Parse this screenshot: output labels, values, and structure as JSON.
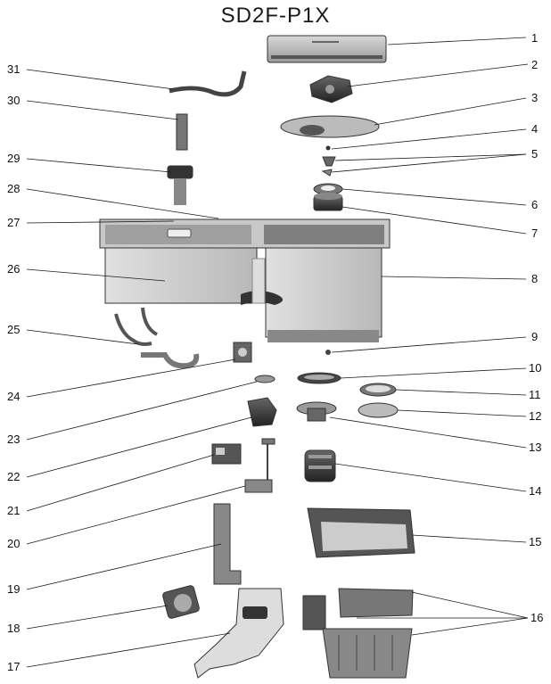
{
  "title": "SD2F-P1X",
  "callouts": [
    "1",
    "2",
    "3",
    "4",
    "5",
    "6",
    "7",
    "8",
    "9",
    "10",
    "11",
    "12",
    "13",
    "14",
    "15",
    "16",
    "17",
    "18",
    "19",
    "20",
    "21",
    "22",
    "23",
    "24",
    "25",
    "26",
    "27",
    "28",
    "29",
    "30",
    "31"
  ]
}
